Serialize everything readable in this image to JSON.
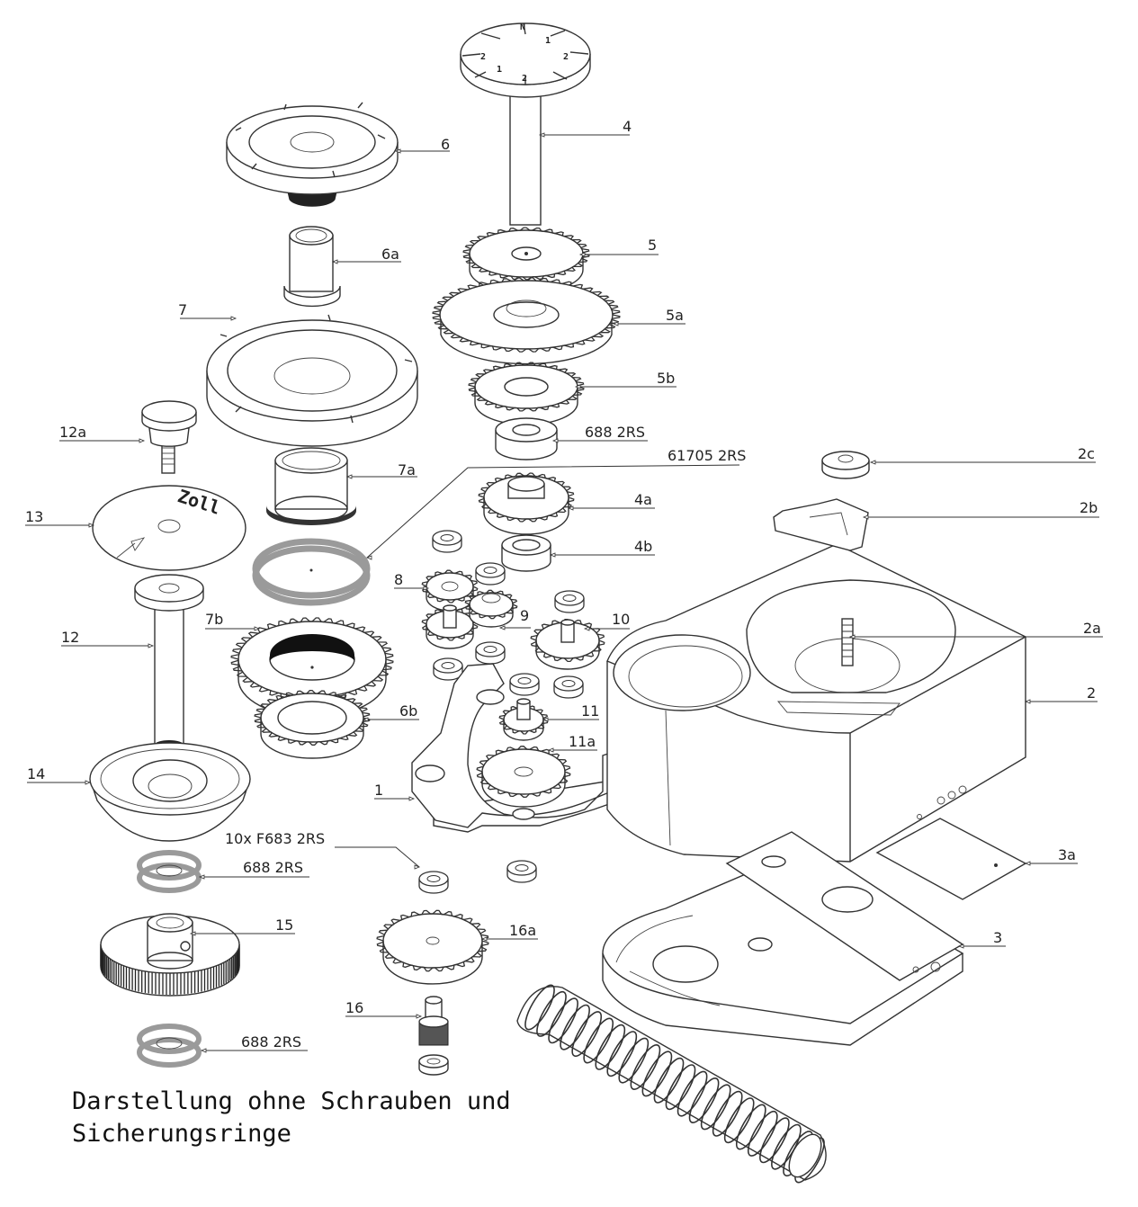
{
  "labels": {
    "l1": "1",
    "l2": "2",
    "l2a": "2a",
    "l2b": "2b",
    "l2c": "2c",
    "l3": "3",
    "l3a": "3a",
    "l4": "4",
    "l4a": "4a",
    "l4b": "4b",
    "l5": "5",
    "l5a": "5a",
    "l5b": "5b",
    "l6": "6",
    "l6a": "6a",
    "l6b": "6b",
    "l7": "7",
    "l7a": "7a",
    "l7b": "7b",
    "l8": "8",
    "l9": "9",
    "l10": "10",
    "l11": "11",
    "l11a": "11a",
    "l12": "12",
    "l12a": "12a",
    "l13": "13",
    "l14": "14",
    "l15": "15",
    "l16": "16",
    "l16a": "16a",
    "b688_top": "688 2RS",
    "b61705": "61705 2RS",
    "b688_left1": "688 2RS",
    "b688_left2": "688 2RS",
    "bF683": "10x F683 2RS"
  },
  "dial_text": {
    "disc13": "Zoll"
  },
  "note": {
    "line1": "Darstellung ohne Schrauben und",
    "line2": "Sicherungsringe"
  }
}
